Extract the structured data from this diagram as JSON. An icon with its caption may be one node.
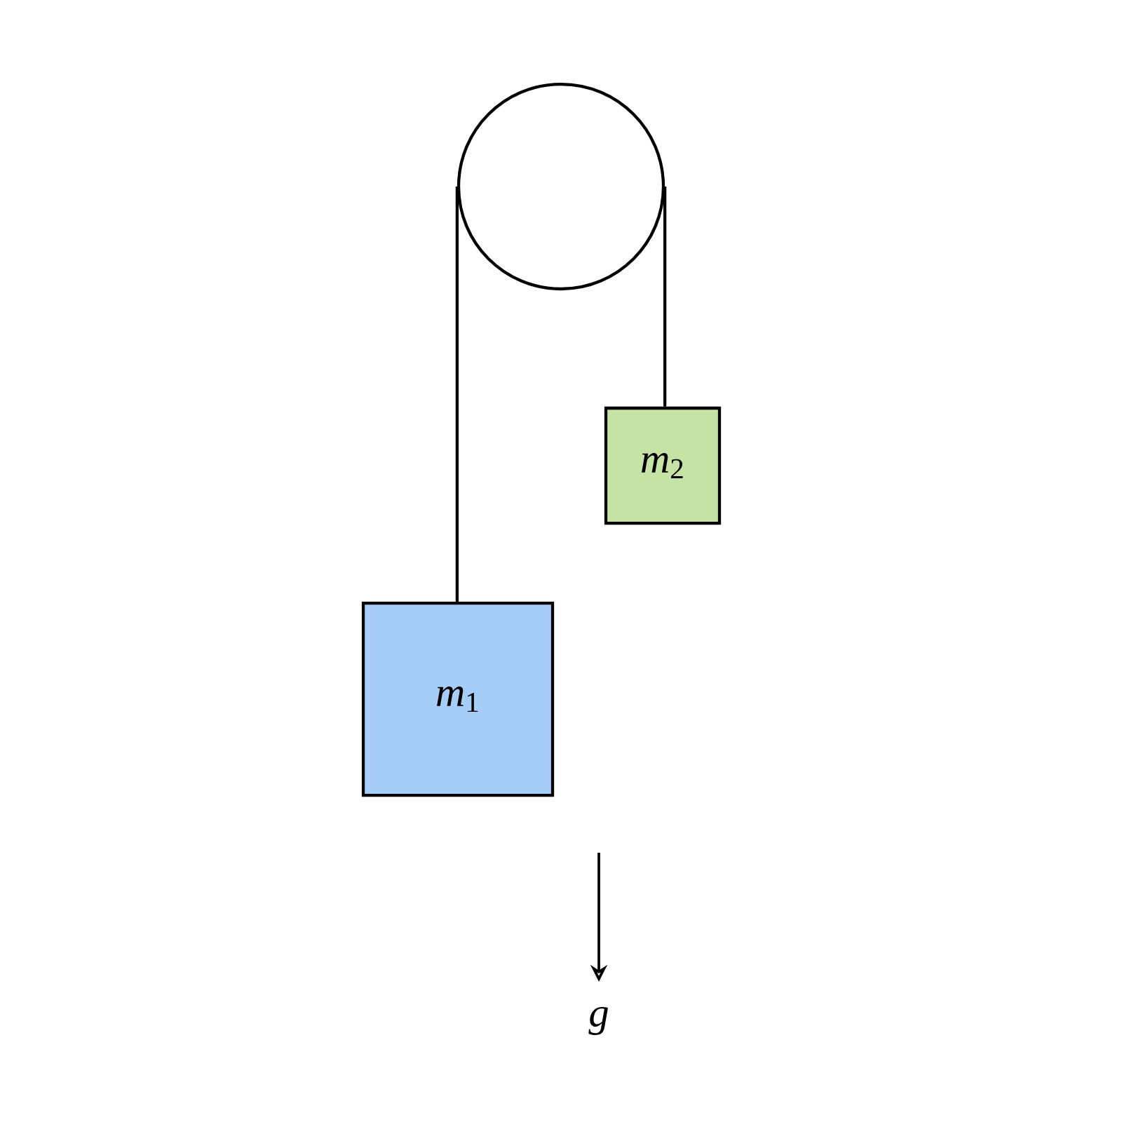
{
  "diagram": {
    "nodes": [
      {
        "text": [],
        "shape": "circle"
      },
      {
        "text": [
          "*m*$_{1}$"
        ]
      },
      {
        "text": [
          "*m*$_{2}$"
        ]
      }
    ],
    "edges": [
      {
        "from": 0,
        "to": 1,
        "arrow": "none"
      },
      {
        "from": 0,
        "to": 2,
        "arrow": "none"
      }
    ],
    "labels": [
      "g"
    ]
  }
}
